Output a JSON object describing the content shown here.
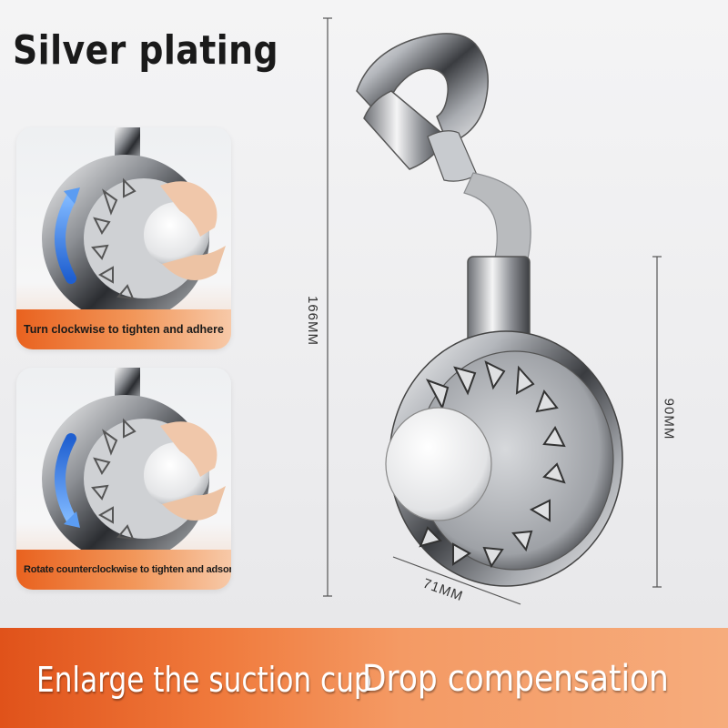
{
  "title": "Silver plating",
  "panels": [
    {
      "caption": "Turn clockwise to tighten and adhere",
      "arrow_direction": "clockwise"
    },
    {
      "caption": "Rotate counterclockwise to tighten and adsorb",
      "arrow_direction": "counterclockwise"
    }
  ],
  "dimensions": {
    "height_total": "166MM",
    "height_cup": "90MM",
    "width_cup": "71MM"
  },
  "banner": {
    "left_text": "Enlarge the suction cup",
    "right_text": "Drop compensation"
  },
  "colors": {
    "accent_orange": "#e9621f",
    "arrow_blue": "#2f7be0"
  }
}
